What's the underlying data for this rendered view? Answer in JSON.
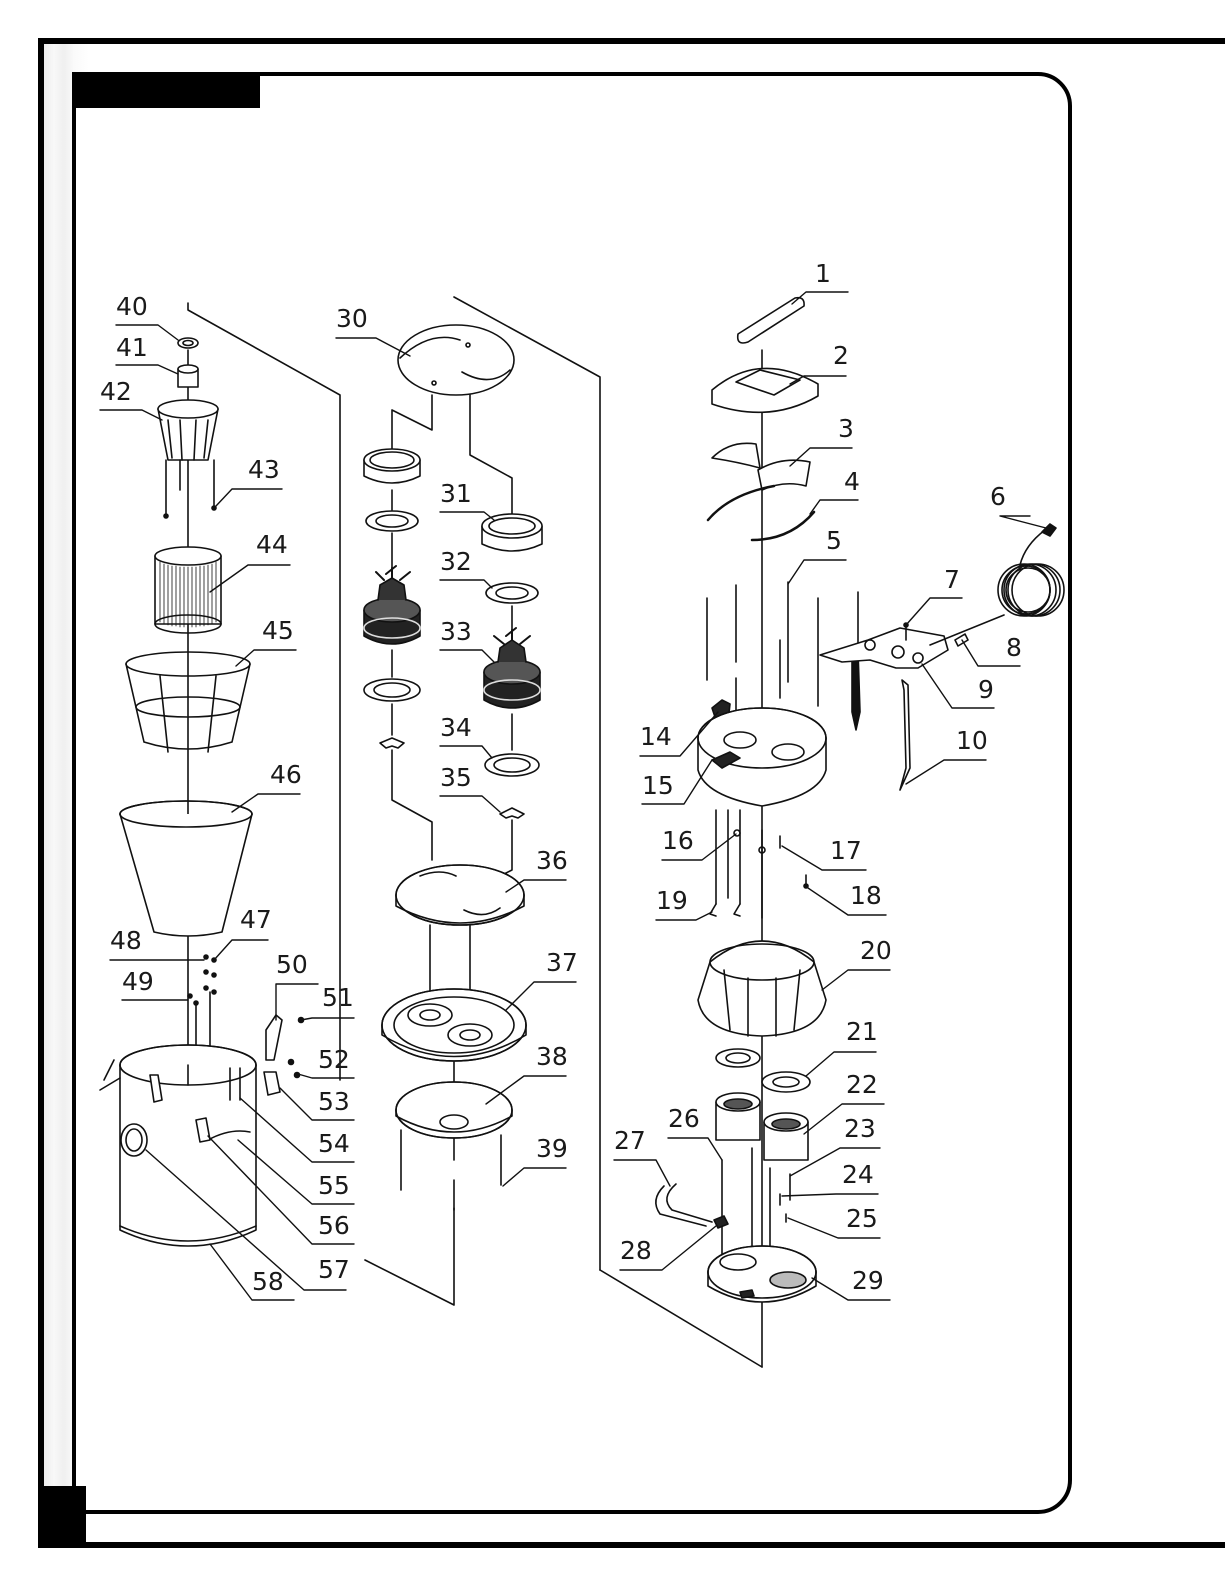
{
  "diagram": {
    "callouts": [
      {
        "id": "1",
        "label": "1"
      },
      {
        "id": "2",
        "label": "2"
      },
      {
        "id": "3",
        "label": "3"
      },
      {
        "id": "4",
        "label": "4"
      },
      {
        "id": "5",
        "label": "5"
      },
      {
        "id": "6",
        "label": "6"
      },
      {
        "id": "7",
        "label": "7"
      },
      {
        "id": "8",
        "label": "8"
      },
      {
        "id": "9",
        "label": "9"
      },
      {
        "id": "10",
        "label": "10"
      },
      {
        "id": "14",
        "label": "14"
      },
      {
        "id": "15",
        "label": "15"
      },
      {
        "id": "16",
        "label": "16"
      },
      {
        "id": "17",
        "label": "17"
      },
      {
        "id": "18",
        "label": "18"
      },
      {
        "id": "19",
        "label": "19"
      },
      {
        "id": "20",
        "label": "20"
      },
      {
        "id": "21",
        "label": "21"
      },
      {
        "id": "22",
        "label": "22"
      },
      {
        "id": "23",
        "label": "23"
      },
      {
        "id": "24",
        "label": "24"
      },
      {
        "id": "25",
        "label": "25"
      },
      {
        "id": "26",
        "label": "26"
      },
      {
        "id": "27",
        "label": "27"
      },
      {
        "id": "28",
        "label": "28"
      },
      {
        "id": "29",
        "label": "29"
      },
      {
        "id": "30",
        "label": "30"
      },
      {
        "id": "31",
        "label": "31"
      },
      {
        "id": "32",
        "label": "32"
      },
      {
        "id": "33",
        "label": "33"
      },
      {
        "id": "34",
        "label": "34"
      },
      {
        "id": "35",
        "label": "35"
      },
      {
        "id": "36",
        "label": "36"
      },
      {
        "id": "37",
        "label": "37"
      },
      {
        "id": "38",
        "label": "38"
      },
      {
        "id": "39",
        "label": "39"
      },
      {
        "id": "40",
        "label": "40"
      },
      {
        "id": "41",
        "label": "41"
      },
      {
        "id": "42",
        "label": "42"
      },
      {
        "id": "43",
        "label": "43"
      },
      {
        "id": "44",
        "label": "44"
      },
      {
        "id": "45",
        "label": "45"
      },
      {
        "id": "46",
        "label": "46"
      },
      {
        "id": "47",
        "label": "47"
      },
      {
        "id": "48",
        "label": "48"
      },
      {
        "id": "49",
        "label": "49"
      },
      {
        "id": "50",
        "label": "50"
      },
      {
        "id": "51",
        "label": "51"
      },
      {
        "id": "52",
        "label": "52"
      },
      {
        "id": "53",
        "label": "53"
      },
      {
        "id": "54",
        "label": "54"
      },
      {
        "id": "55",
        "label": "55"
      },
      {
        "id": "56",
        "label": "56"
      },
      {
        "id": "57",
        "label": "57"
      },
      {
        "id": "58",
        "label": "58"
      }
    ]
  }
}
